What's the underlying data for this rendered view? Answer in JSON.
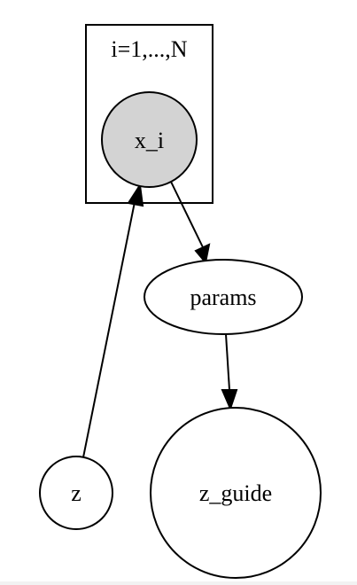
{
  "plate": {
    "label": "i=1,...,N"
  },
  "nodes": {
    "x_i": {
      "label": "x_i",
      "observed": true,
      "fill": "#d3d3d3"
    },
    "params": {
      "label": "params",
      "observed": false,
      "fill": "#ffffff"
    },
    "z": {
      "label": "z",
      "observed": false,
      "fill": "#ffffff"
    },
    "z_guide": {
      "label": "z_guide",
      "observed": false,
      "fill": "#ffffff"
    }
  },
  "edges": [
    {
      "from": "x_i",
      "to": "params"
    },
    {
      "from": "params",
      "to": "z_guide"
    },
    {
      "from": "z",
      "to": "x_i"
    }
  ],
  "colors": {
    "stroke": "#000000",
    "background": "#ffffff"
  }
}
